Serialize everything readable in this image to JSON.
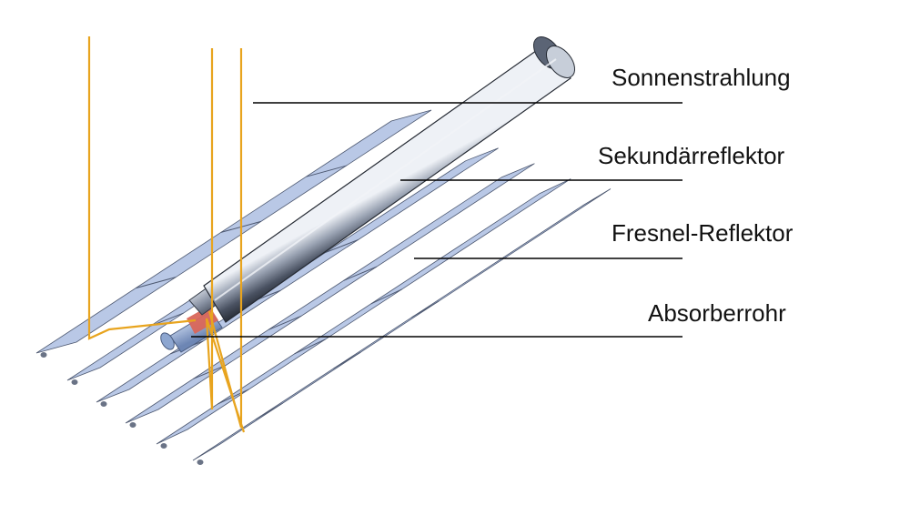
{
  "labels": [
    "Sonnenstrahlung",
    "Sekundärreflektor",
    "Fresnel-Reflektor",
    "Absorberrohr"
  ],
  "colors": {
    "mirror_fill": "#b9c8e6",
    "mirror_edge": "#4d5870",
    "receiver_dark": "#2d3440",
    "receiver_mid": "#8791a3",
    "receiver_light": "#e9edf3",
    "absorber_hot": "#d9665a",
    "absorber_tube": "#9fb4d8",
    "sun_ray": "#e8a41e",
    "leader_line": "#000000"
  }
}
